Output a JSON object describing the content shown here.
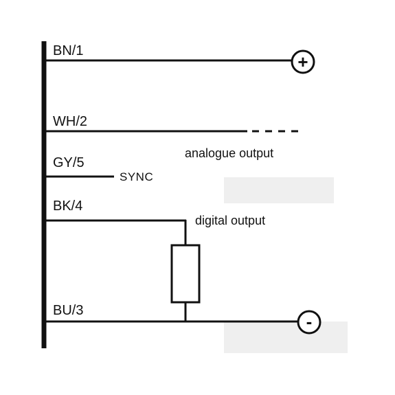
{
  "wires": {
    "bn": "BN/1",
    "wh": "WH/2",
    "gy": "GY/5",
    "bk": "BK/4",
    "bu": "BU/3"
  },
  "labels": {
    "analogue_output": "analogue output",
    "digital_output": "digital output",
    "sync": "SYNC"
  },
  "terminals": {
    "positive": "+",
    "negative": "-"
  },
  "colors": {
    "line": "#111111",
    "placeholder_box": "#efefef"
  }
}
